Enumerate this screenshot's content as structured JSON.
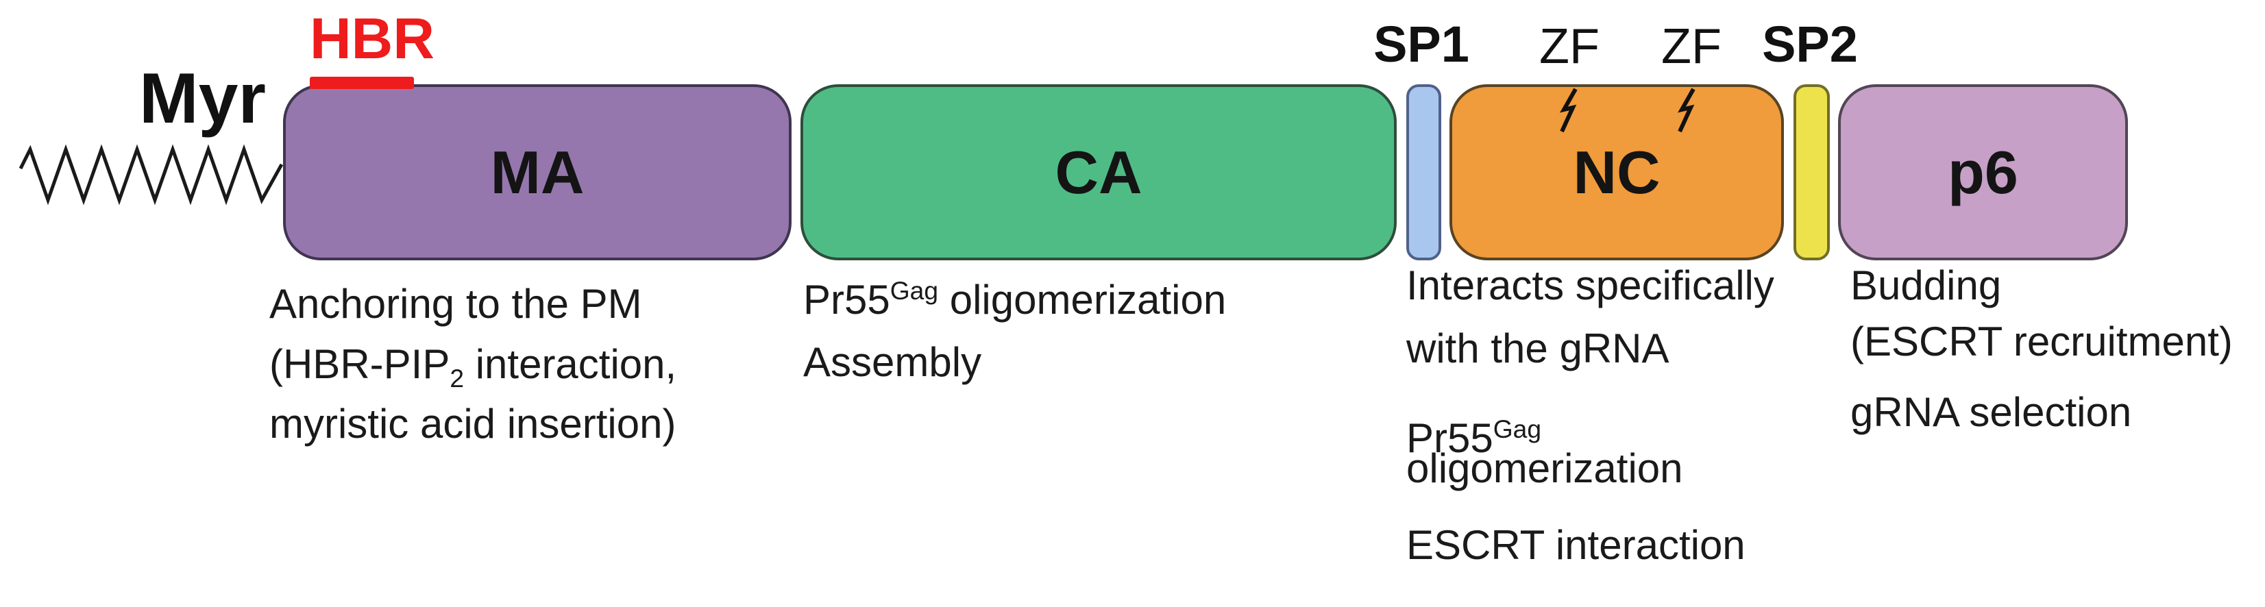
{
  "labels": {
    "myr": "Myr",
    "hbr": "HBR",
    "sp1": "SP1",
    "sp2": "SP2",
    "zf": "ZF"
  },
  "domains": {
    "ma": {
      "label": "MA",
      "fill": "#9577ae",
      "border": "#3f3550"
    },
    "ca": {
      "label": "CA",
      "fill": "#4fbc86",
      "border": "#2d4e3b"
    },
    "sp1": {
      "fill": "#a9c7ee",
      "border": "#51618a"
    },
    "nc": {
      "label": "NC",
      "fill": "#f09b3c",
      "border": "#584422"
    },
    "sp2": {
      "fill": "#eee24c",
      "border": "#716e27"
    },
    "p6": {
      "label": "p6",
      "fill": "#c6a0c6",
      "border": "#524556"
    }
  },
  "annotations": {
    "ma": {
      "line1": "Anchoring to the PM",
      "line2_pre": "(HBR-PIP",
      "line2_sub": "2",
      "line2_post": " interaction,",
      "line3": "myristic acid insertion)"
    },
    "ca": {
      "line1_base": "Pr55",
      "line1_sup": "Gag",
      "line1_rest": " oligomerization",
      "line2": "Assembly"
    },
    "nc": {
      "line1": "Interacts specifically",
      "line2": "with the gRNA",
      "line3_base": "Pr55",
      "line3_sup": "Gag",
      "line4": "oligomerization",
      "line5": "ESCRT interaction"
    },
    "p6": {
      "line1": "Budding",
      "line2": "(ESCRT recruitment)",
      "line3": "gRNA selection"
    }
  },
  "accent": {
    "hbr_red": "#ee1c1c",
    "text": "#1a1a1a",
    "outline": "#3a3a3a"
  }
}
